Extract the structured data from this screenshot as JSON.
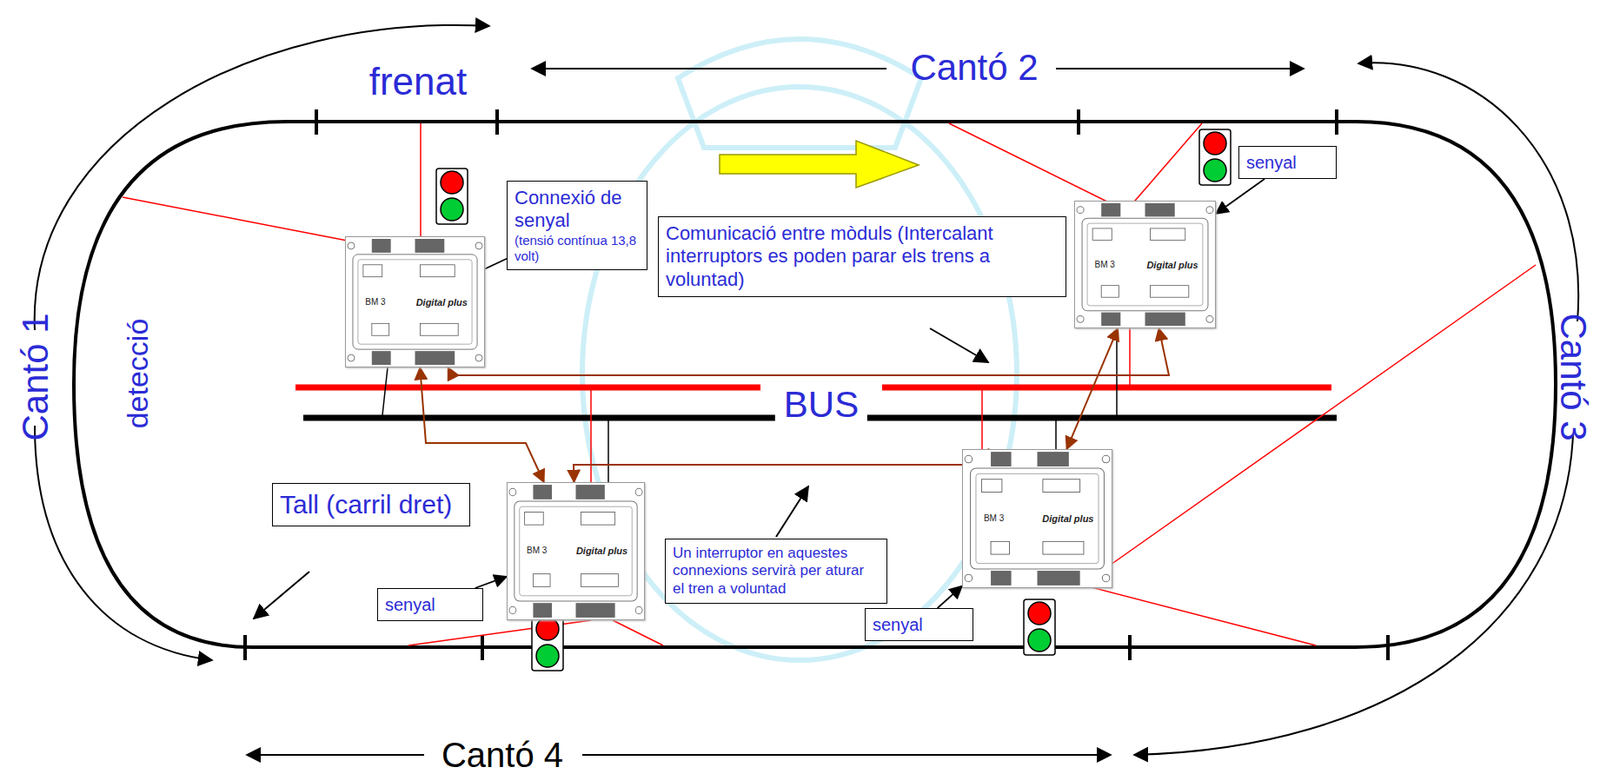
{
  "diagram": {
    "nodes": [
      {
        "text": [
          "senyal"
        ]
      },
      {
        "text": [
          "Connexió de senyal",
          "(tensió contínua 13,8 volt)"
        ]
      },
      {
        "text": [
          "BM 3",
          "Digital plus"
        ]
      },
      {
        "text": [
          "Comunicació entre mòduls (Intercalant interruptors es poden parar els trens a voluntad)"
        ]
      },
      {
        "text": [
          "BM 3",
          "Digital plus"
        ]
      },
      {
        "text": [
          "BM 3",
          "Digital plus"
        ]
      },
      {
        "text": [
          "BM 3",
          "Digital plus"
        ]
      },
      {
        "text": [
          "Tall (carril dret)"
        ]
      },
      {
        "text": [
          "Un interruptor en aquestes connexions servirà per aturar el tren a voluntad"
        ]
      },
      {
        "text": [
          "senyal"
        ]
      },
      {
        "text": [
          "senyal"
        ]
      }
    ],
    "edges": [
      {
        "from": 0,
        "to": 2,
        "arrow": "to"
      },
      {
        "from": 1,
        "to": 4,
        "arrow": "none"
      },
      {
        "from": 9,
        "to": 6,
        "arrow": "to"
      },
      {
        "from": 10,
        "to": 5,
        "arrow": "to"
      },
      {
        "from": 4,
        "to": 6,
        "arrow": "both"
      },
      {
        "from": 6,
        "to": 5,
        "arrow": "both"
      },
      {
        "from": 5,
        "to": 2,
        "arrow": "both"
      },
      {
        "from": 2,
        "to": 4,
        "arrow": "both"
      }
    ],
    "labels": [
      "frenat",
      "Cantó 2",
      "Cantó 1",
      "detecció",
      "Cantó 3",
      "BUS",
      "Cantó 4"
    ]
  }
}
